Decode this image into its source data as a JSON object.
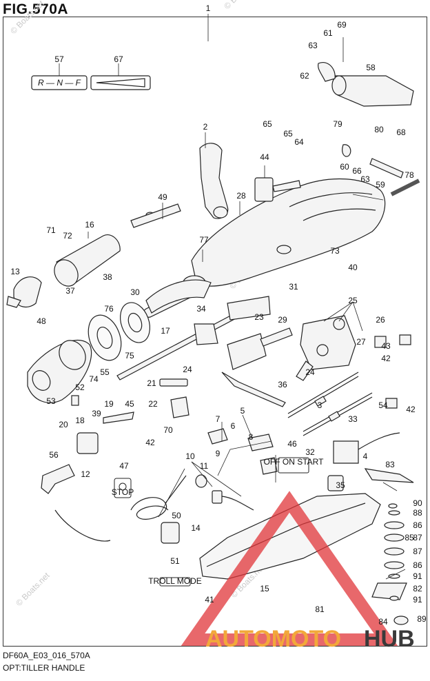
{
  "figure": {
    "title": "FIG.570A",
    "code": "DF60A_E03_016_570A",
    "description": "OPT:TILLER HANDLE"
  },
  "labels": {
    "rnf": "R — N — F",
    "off_on_start": "OFF ON START",
    "stop": "STOP",
    "troll_mode": "TROLL MODE"
  },
  "watermarks": {
    "site": "© Boats.net"
  },
  "logo": {
    "text_auto": "AUTOMOTO",
    "text_hub": "HUB",
    "color_primary": "#f2a83a",
    "color_secondary": "#3a3a3a",
    "color_triangle": "#e0363a"
  },
  "callouts": [
    {
      "id": "c1",
      "text": "1"
    },
    {
      "id": "c2",
      "text": "2"
    },
    {
      "id": "c3",
      "text": "3"
    },
    {
      "id": "c4",
      "text": "4"
    },
    {
      "id": "c5",
      "text": "5"
    },
    {
      "id": "c6",
      "text": "6"
    },
    {
      "id": "c7",
      "text": "7"
    },
    {
      "id": "c8",
      "text": "8"
    },
    {
      "id": "c9",
      "text": "9"
    },
    {
      "id": "c10",
      "text": "10"
    },
    {
      "id": "c11",
      "text": "11"
    },
    {
      "id": "c12",
      "text": "12"
    },
    {
      "id": "c13",
      "text": "13"
    },
    {
      "id": "c14",
      "text": "14"
    },
    {
      "id": "c15",
      "text": "15"
    },
    {
      "id": "c16",
      "text": "16"
    },
    {
      "id": "c17",
      "text": "17"
    },
    {
      "id": "c18",
      "text": "18"
    },
    {
      "id": "c19",
      "text": "19"
    },
    {
      "id": "c20",
      "text": "20"
    },
    {
      "id": "c21",
      "text": "21"
    },
    {
      "id": "c22",
      "text": "22"
    },
    {
      "id": "c23",
      "text": "23"
    },
    {
      "id": "c24a",
      "text": "24"
    },
    {
      "id": "c24b",
      "text": "24"
    },
    {
      "id": "c25",
      "text": "25"
    },
    {
      "id": "c26",
      "text": "26"
    },
    {
      "id": "c27",
      "text": "27"
    },
    {
      "id": "c28",
      "text": "28"
    },
    {
      "id": "c29",
      "text": "29"
    },
    {
      "id": "c30",
      "text": "30"
    },
    {
      "id": "c31",
      "text": "31"
    },
    {
      "id": "c32",
      "text": "32"
    },
    {
      "id": "c33",
      "text": "33"
    },
    {
      "id": "c34",
      "text": "34"
    },
    {
      "id": "c35",
      "text": "35"
    },
    {
      "id": "c36",
      "text": "36"
    },
    {
      "id": "c37",
      "text": "37"
    },
    {
      "id": "c38",
      "text": "38"
    },
    {
      "id": "c39",
      "text": "39"
    },
    {
      "id": "c40",
      "text": "40"
    },
    {
      "id": "c41",
      "text": "41"
    },
    {
      "id": "c42a",
      "text": "42"
    },
    {
      "id": "c42b",
      "text": "42"
    },
    {
      "id": "c42c",
      "text": "42"
    },
    {
      "id": "c43",
      "text": "43"
    },
    {
      "id": "c44",
      "text": "44"
    },
    {
      "id": "c45",
      "text": "45"
    },
    {
      "id": "c46",
      "text": "46"
    },
    {
      "id": "c47",
      "text": "47"
    },
    {
      "id": "c48",
      "text": "48"
    },
    {
      "id": "c49",
      "text": "49"
    },
    {
      "id": "c50",
      "text": "50"
    },
    {
      "id": "c51",
      "text": "51"
    },
    {
      "id": "c52",
      "text": "52"
    },
    {
      "id": "c53",
      "text": "53"
    },
    {
      "id": "c54",
      "text": "54"
    },
    {
      "id": "c55",
      "text": "55"
    },
    {
      "id": "c56",
      "text": "56"
    },
    {
      "id": "c57",
      "text": "57"
    },
    {
      "id": "c58",
      "text": "58"
    },
    {
      "id": "c59",
      "text": "59"
    },
    {
      "id": "c60",
      "text": "60"
    },
    {
      "id": "c61",
      "text": "61"
    },
    {
      "id": "c62",
      "text": "62"
    },
    {
      "id": "c63a",
      "text": "63"
    },
    {
      "id": "c63b",
      "text": "63"
    },
    {
      "id": "c64",
      "text": "64"
    },
    {
      "id": "c65a",
      "text": "65"
    },
    {
      "id": "c65b",
      "text": "65"
    },
    {
      "id": "c66",
      "text": "66"
    },
    {
      "id": "c67",
      "text": "67"
    },
    {
      "id": "c68",
      "text": "68"
    },
    {
      "id": "c69",
      "text": "69"
    },
    {
      "id": "c70",
      "text": "70"
    },
    {
      "id": "c71",
      "text": "71"
    },
    {
      "id": "c72",
      "text": "72"
    },
    {
      "id": "c73",
      "text": "73"
    },
    {
      "id": "c74",
      "text": "74"
    },
    {
      "id": "c75",
      "text": "75"
    },
    {
      "id": "c76",
      "text": "76"
    },
    {
      "id": "c77",
      "text": "77"
    },
    {
      "id": "c78",
      "text": "78"
    },
    {
      "id": "c79",
      "text": "79"
    },
    {
      "id": "c80",
      "text": "80"
    },
    {
      "id": "c81",
      "text": "81"
    },
    {
      "id": "c82",
      "text": "82"
    },
    {
      "id": "c83",
      "text": "83"
    },
    {
      "id": "c84",
      "text": "84"
    },
    {
      "id": "c85",
      "text": "85"
    },
    {
      "id": "c86a",
      "text": "86"
    },
    {
      "id": "c86b",
      "text": "86"
    },
    {
      "id": "c87a",
      "text": "87"
    },
    {
      "id": "c87b",
      "text": "87"
    },
    {
      "id": "c88",
      "text": "88"
    },
    {
      "id": "c89",
      "text": "89"
    },
    {
      "id": "c90",
      "text": "90"
    },
    {
      "id": "c91a",
      "text": "91"
    },
    {
      "id": "c91b",
      "text": "91"
    }
  ]
}
